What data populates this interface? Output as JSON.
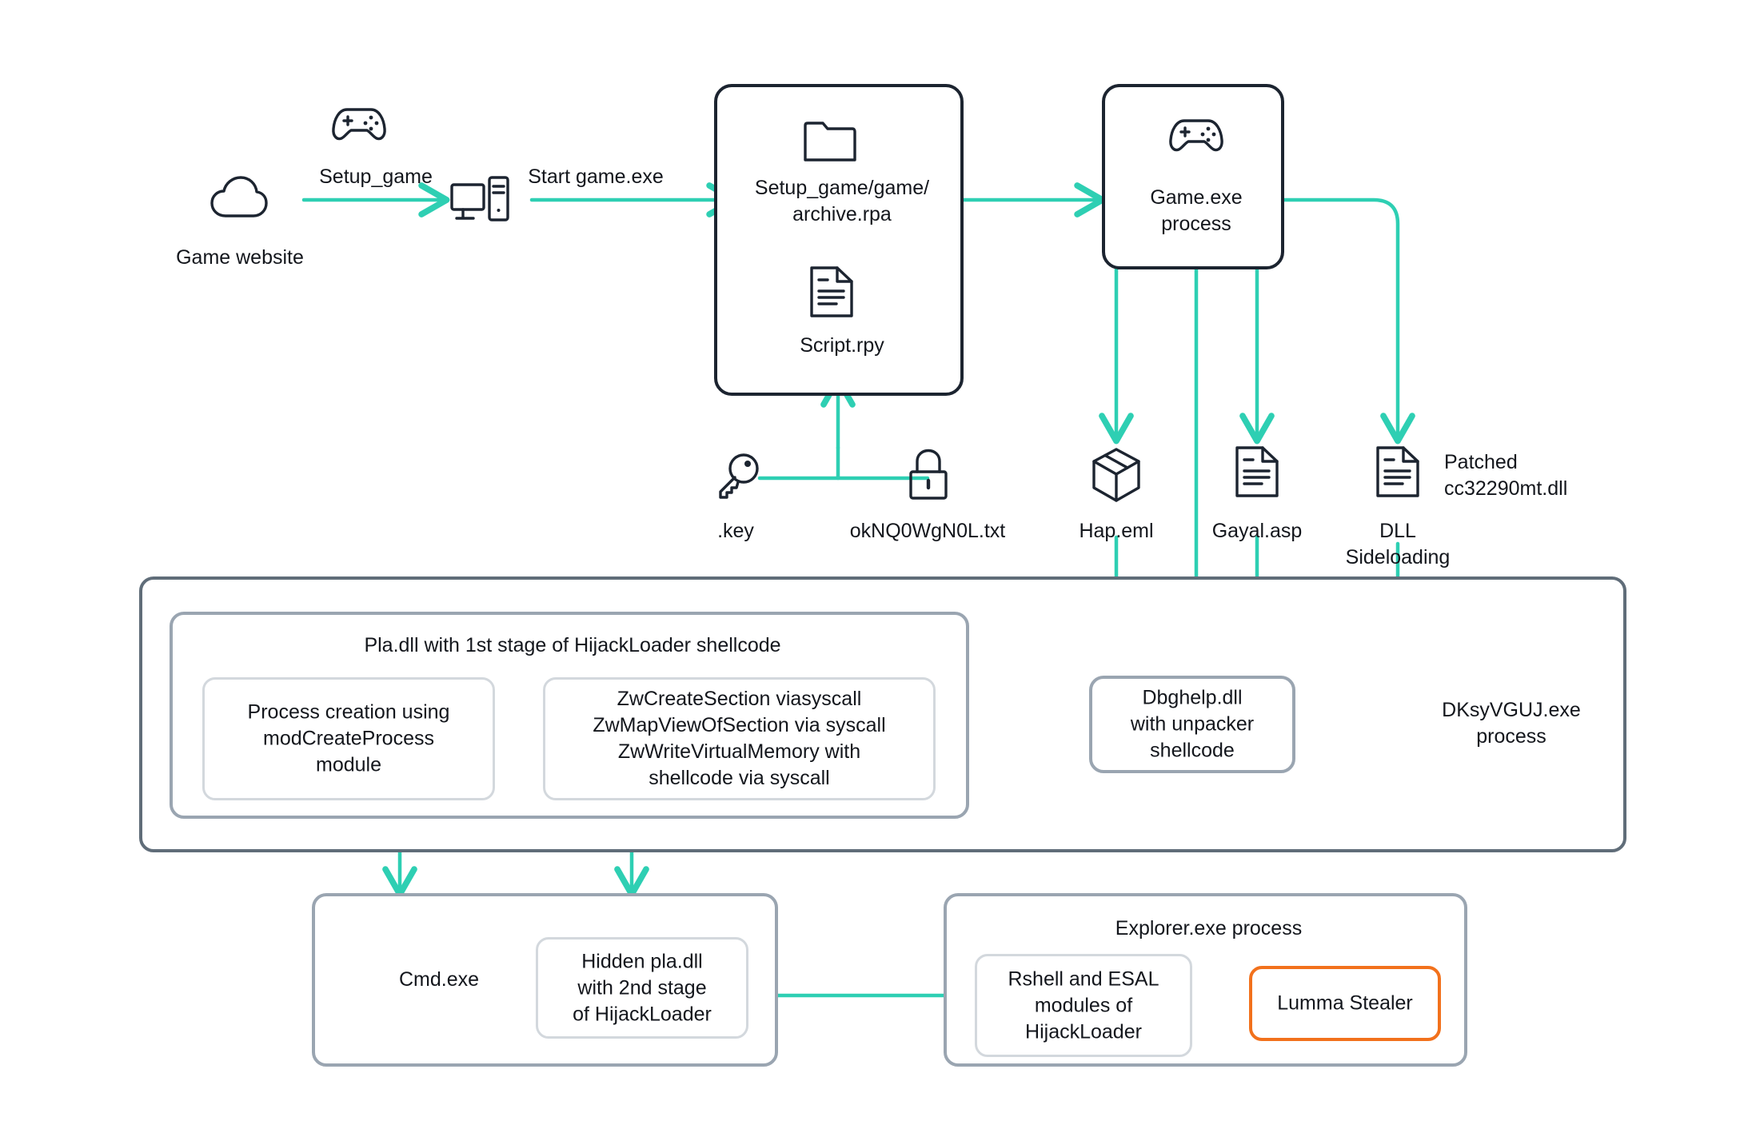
{
  "diagram": {
    "title": "HijackLoader / Lumma Stealer infection chain",
    "colors": {
      "arrow": "#2ECFB3",
      "dark_border": "#1C2430",
      "outer_border": "#606D79",
      "mid_border": "#9AA5B1",
      "inner_border": "#D3D8DD",
      "accent": "#F2711C",
      "text": "#13161C",
      "background": "#FFFFFF"
    }
  },
  "stage1": {
    "game_controller_icon": "game-controller-icon",
    "cloud_icon": "cloud-icon",
    "cloud_label": "Game website",
    "arrow1_label": "Setup_game",
    "desktop_icon": "desktop-computer-icon",
    "arrow2_label": "Start game.exe"
  },
  "setup_box": {
    "folder_icon": "folder-icon",
    "folder_label": "Setup_game/game/\narchive.rpa",
    "script_icon": "document-icon",
    "script_label": "Script.rpy"
  },
  "game_process_box": {
    "icon": "game-controller-icon",
    "label": "Game.exe\nprocess"
  },
  "key_row": {
    "key_icon": "key-icon",
    "key_label": ".key",
    "lock_icon": "padlock-icon",
    "lock_label": "okNQ0WgN0L.txt"
  },
  "artifacts": [
    {
      "icon": "package-box-icon",
      "label": "Hap.eml"
    },
    {
      "icon": "document-icon",
      "label": "Gayal.asp"
    },
    {
      "icon": "document-icon",
      "label": "DLL\nSideloading"
    }
  ],
  "patched_note": "Patched\ncc32290mt.dll",
  "pla_container": {
    "title": "Pla.dll with 1st stage of HijackLoader shellcode",
    "left_box": "Process creation using\nmodCreateProcess\nmodule",
    "right_box": "ZwCreateSection viasyscall\nZwMapViewOfSection via syscall\nZwWriteVirtualMemory with\nshellcode via syscall"
  },
  "dbghelp_box": {
    "label": "Dbghelp.dll\nwith unpacker\nshellcode"
  },
  "dksy_label": "DKsyVGUJ.exe\nprocess",
  "cmd_box": {
    "label": "Cmd.exe",
    "inner_label": "Hidden pla.dll\nwith 2nd stage\nof HijackLoader"
  },
  "explorer_box": {
    "title": "Explorer.exe process",
    "modules_label": "Rshell and ESAL\nmodules of\nHijackLoader",
    "stealer_label": "Lumma Stealer"
  }
}
